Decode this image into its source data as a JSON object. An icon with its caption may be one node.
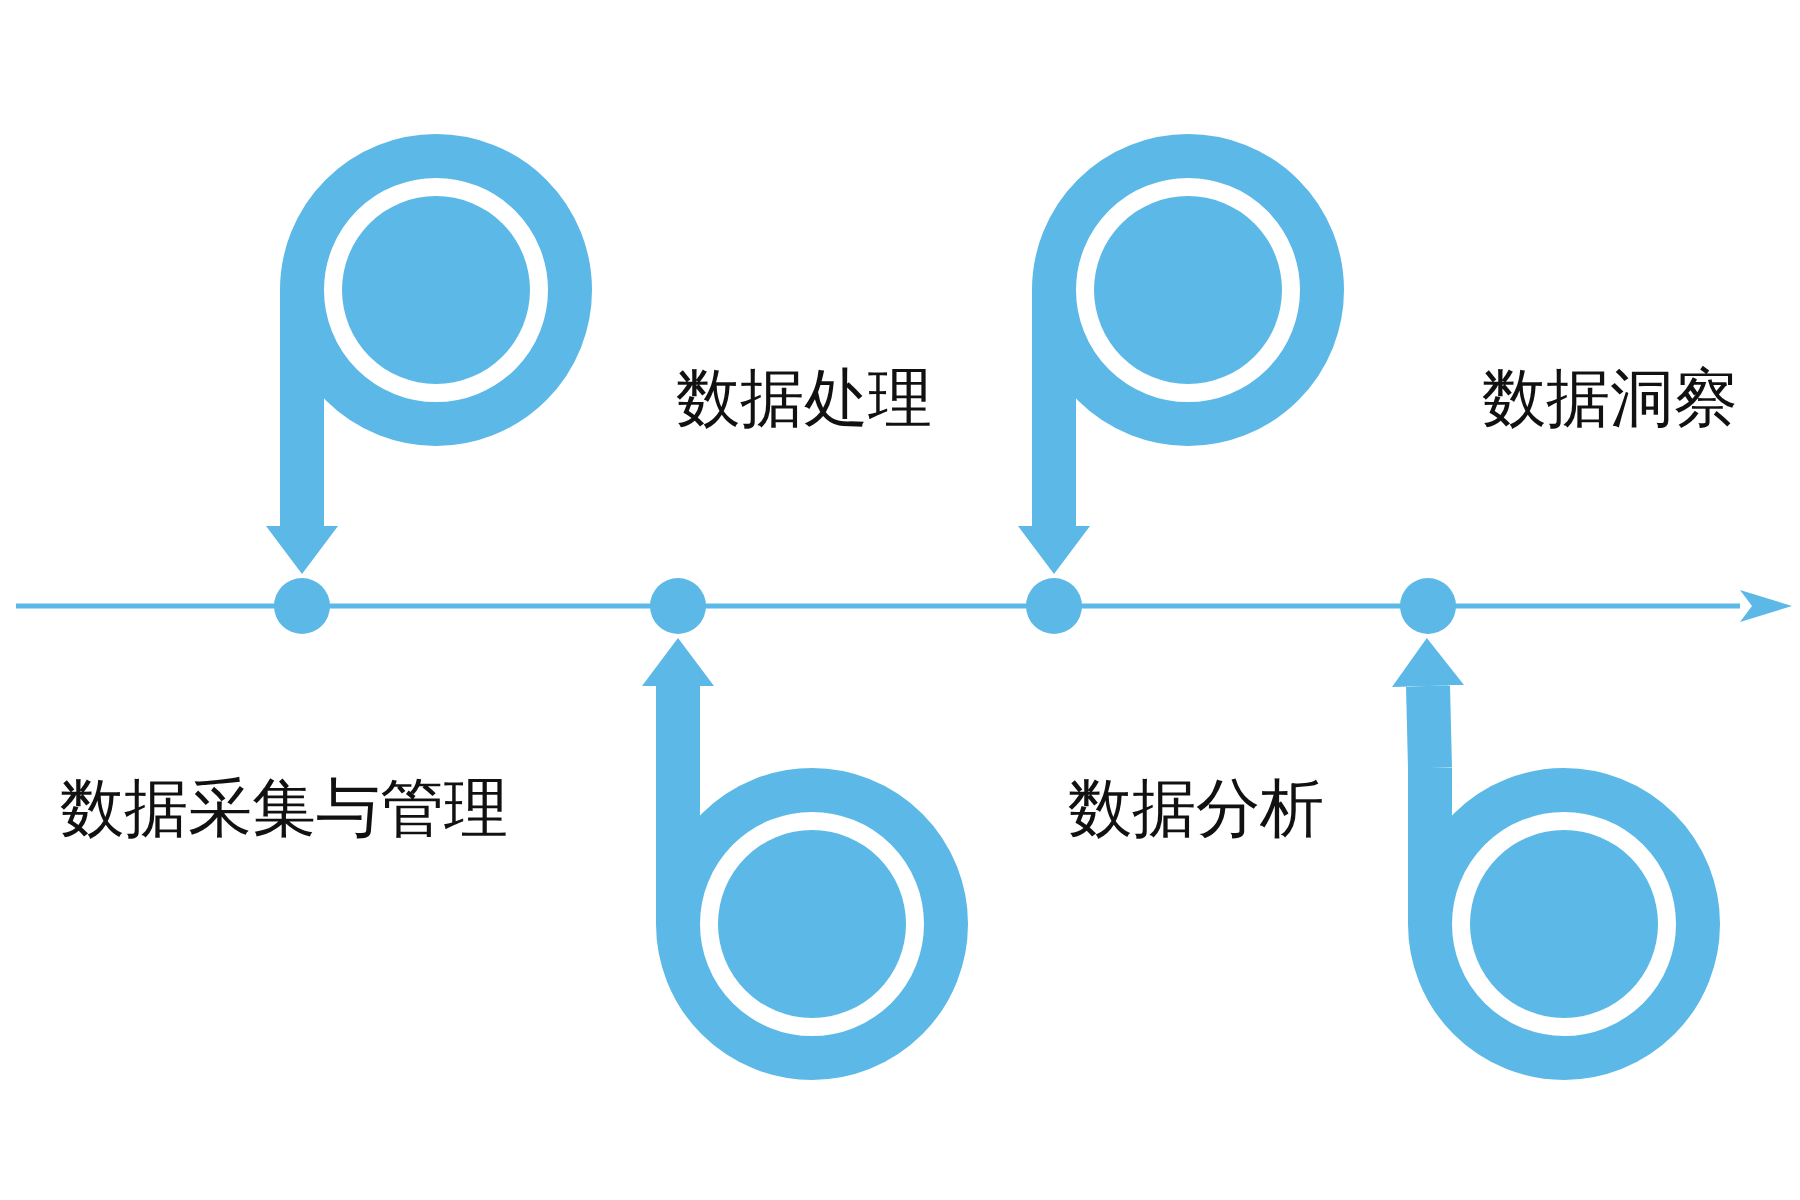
{
  "diagram": {
    "nodes": [
      {
        "text": [],
        "shape": "picture"
      },
      {
        "text": [],
        "shape": "picture"
      },
      {
        "text": [],
        "shape": "circle"
      },
      {
        "text": [],
        "shape": "circle"
      },
      {
        "text": [],
        "shape": "circle"
      },
      {
        "text": [],
        "shape": "circle"
      },
      {
        "text": [],
        "shape": "picture"
      },
      {
        "text": [],
        "shape": "picture"
      }
    ],
    "edges": [
      {
        "from": 0,
        "to": 2,
        "arrow": "to"
      },
      {
        "from": 1,
        "to": 4,
        "arrow": "to"
      },
      {
        "from": 6,
        "to": 3,
        "arrow": "to"
      },
      {
        "from": 7,
        "to": 5,
        "arrow": "to"
      }
    ],
    "labels": [
      "数据处理",
      "数据洞察",
      "数据采集与管理",
      "数据分析"
    ]
  }
}
